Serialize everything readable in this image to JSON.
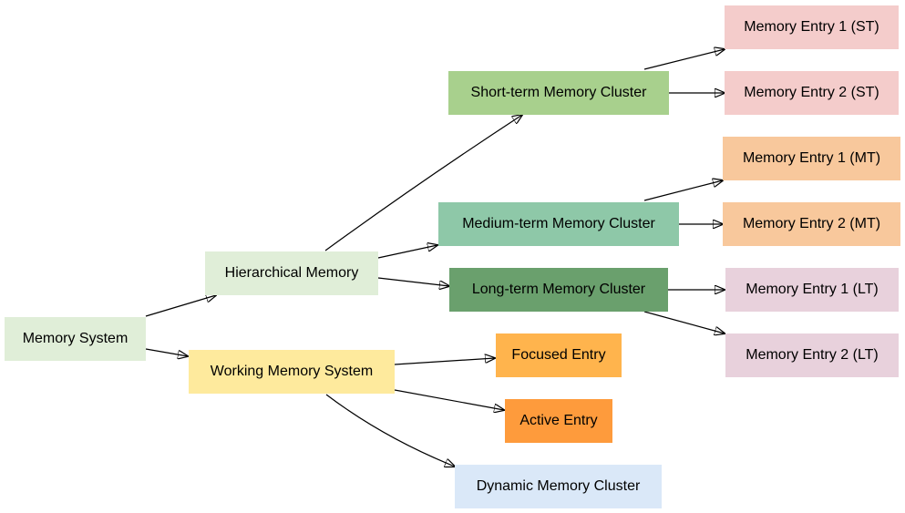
{
  "nodes": {
    "memory_system": {
      "label": "Memory System",
      "color": "#e0eed8"
    },
    "hierarchical_memory": {
      "label": "Hierarchical Memory",
      "color": "#e0eed8"
    },
    "working_memory_system": {
      "label": "Working Memory System",
      "color": "#feea9d"
    },
    "short_term_cluster": {
      "label": "Short-term Memory Cluster",
      "color": "#a8d08d"
    },
    "medium_term_cluster": {
      "label": "Medium-term Memory Cluster",
      "color": "#8ec8a8"
    },
    "long_term_cluster": {
      "label": "Long-term Memory Cluster",
      "color": "#6aa06d"
    },
    "focused_entry": {
      "label": "Focused Entry",
      "color": "#ffb44d"
    },
    "active_entry": {
      "label": "Active Entry",
      "color": "#fe9b3c"
    },
    "dynamic_cluster": {
      "label": "Dynamic Memory Cluster",
      "color": "#dae8f8"
    },
    "st_entry_1": {
      "label": "Memory Entry 1 (ST)",
      "color": "#f4cccb"
    },
    "st_entry_2": {
      "label": "Memory Entry 2 (ST)",
      "color": "#f4cccb"
    },
    "mt_entry_1": {
      "label": "Memory Entry 1 (MT)",
      "color": "#f8c89c"
    },
    "mt_entry_2": {
      "label": "Memory Entry 2 (MT)",
      "color": "#f8c89c"
    },
    "lt_entry_1": {
      "label": "Memory Entry 1 (LT)",
      "color": "#e8d1dc"
    },
    "lt_entry_2": {
      "label": "Memory Entry 2 (LT)",
      "color": "#e8d1dc"
    }
  },
  "edges": [
    {
      "from": "memory_system",
      "to": "hierarchical_memory"
    },
    {
      "from": "memory_system",
      "to": "working_memory_system"
    },
    {
      "from": "hierarchical_memory",
      "to": "short_term_cluster"
    },
    {
      "from": "hierarchical_memory",
      "to": "medium_term_cluster"
    },
    {
      "from": "hierarchical_memory",
      "to": "long_term_cluster"
    },
    {
      "from": "working_memory_system",
      "to": "focused_entry"
    },
    {
      "from": "working_memory_system",
      "to": "active_entry"
    },
    {
      "from": "working_memory_system",
      "to": "dynamic_cluster"
    },
    {
      "from": "short_term_cluster",
      "to": "st_entry_1"
    },
    {
      "from": "short_term_cluster",
      "to": "st_entry_2"
    },
    {
      "from": "medium_term_cluster",
      "to": "mt_entry_1"
    },
    {
      "from": "medium_term_cluster",
      "to": "mt_entry_2"
    },
    {
      "from": "long_term_cluster",
      "to": "lt_entry_1"
    },
    {
      "from": "long_term_cluster",
      "to": "lt_entry_2"
    }
  ]
}
